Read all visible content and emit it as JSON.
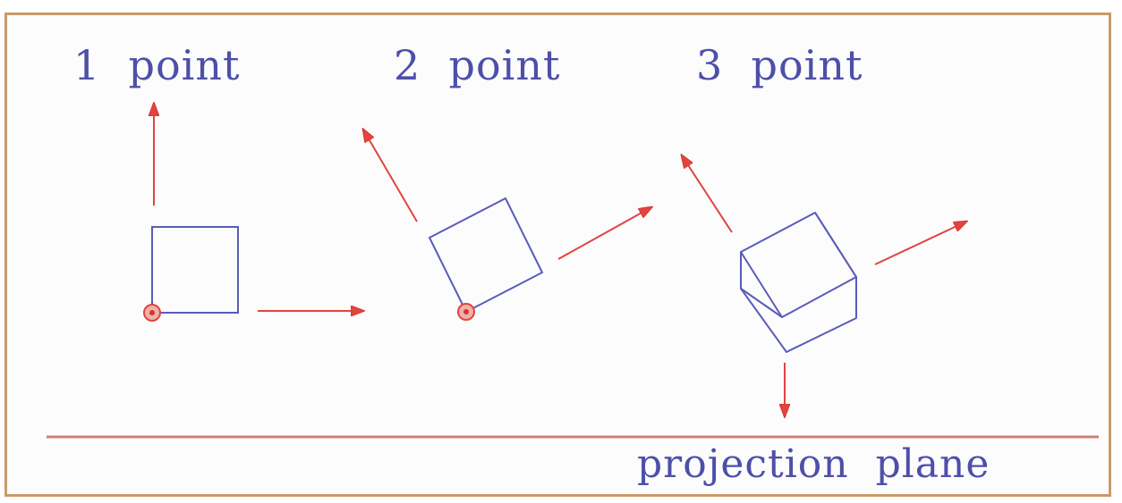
{
  "labels": {
    "one_point": "1  point",
    "two_point": "2  point",
    "three_point": "3  point",
    "projection_plane": "projection  plane"
  },
  "colors": {
    "outline": "#4d4fa8",
    "arrow": "#e0453f",
    "plane_line": "#d37f73",
    "frame": "#c99a6a"
  }
}
